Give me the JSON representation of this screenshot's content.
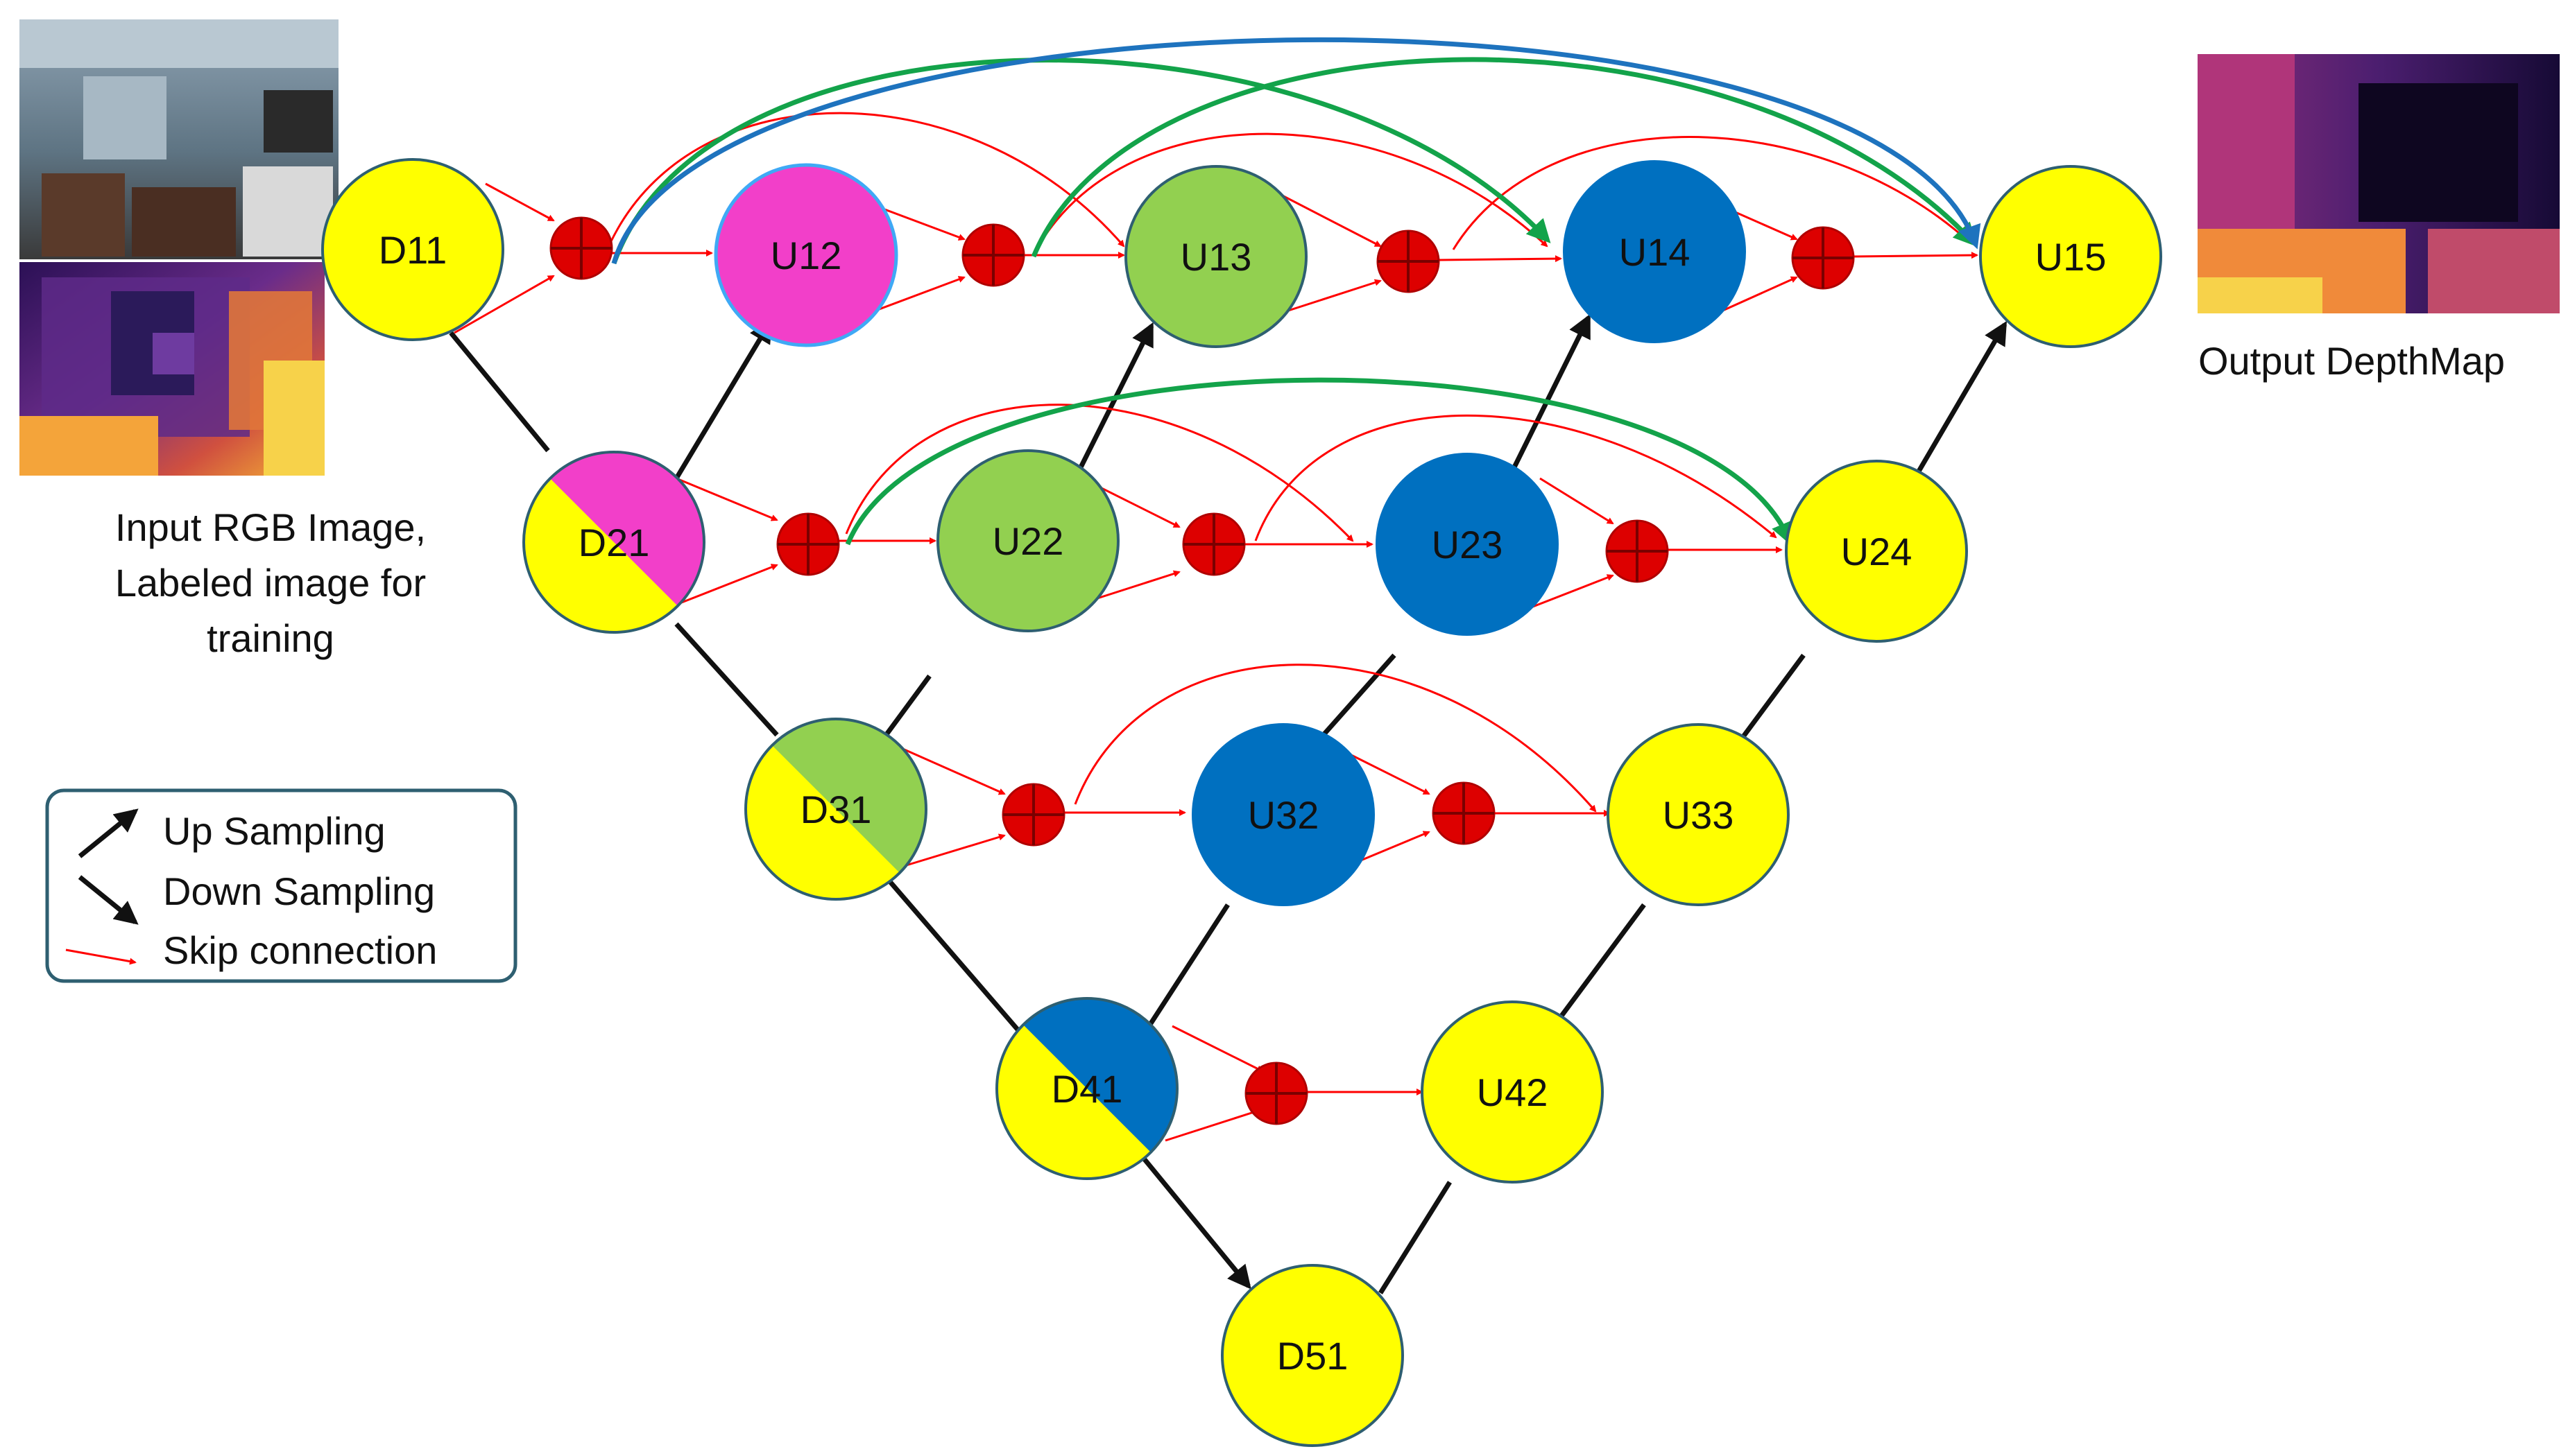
{
  "captions": {
    "input": [
      "Input RGB Image,",
      "Labeled image for",
      "training"
    ],
    "output": "Output DepthMap"
  },
  "legend": {
    "up": "Up Sampling",
    "down": "Down Sampling",
    "skip": "Skip connection"
  },
  "colors": {
    "yellow": "#FFFF00",
    "magenta": "#F23FC9",
    "green": "#92D050",
    "blue": "#0070C0",
    "skip_red": "#FF0000",
    "merge_red": "#DD0000",
    "long_green": "#13A34A",
    "long_blue": "#1E73BE",
    "node_stroke": "#2E5F71",
    "arrow_black": "#111111"
  },
  "nodes": {
    "D11": "D11",
    "D21": "D21",
    "D31": "D31",
    "D41": "D41",
    "D51": "D51",
    "U12": "U12",
    "U13": "U13",
    "U14": "U14",
    "U15": "U15",
    "U22": "U22",
    "U23": "U23",
    "U24": "U24",
    "U32": "U32",
    "U33": "U33",
    "U42": "U42"
  }
}
